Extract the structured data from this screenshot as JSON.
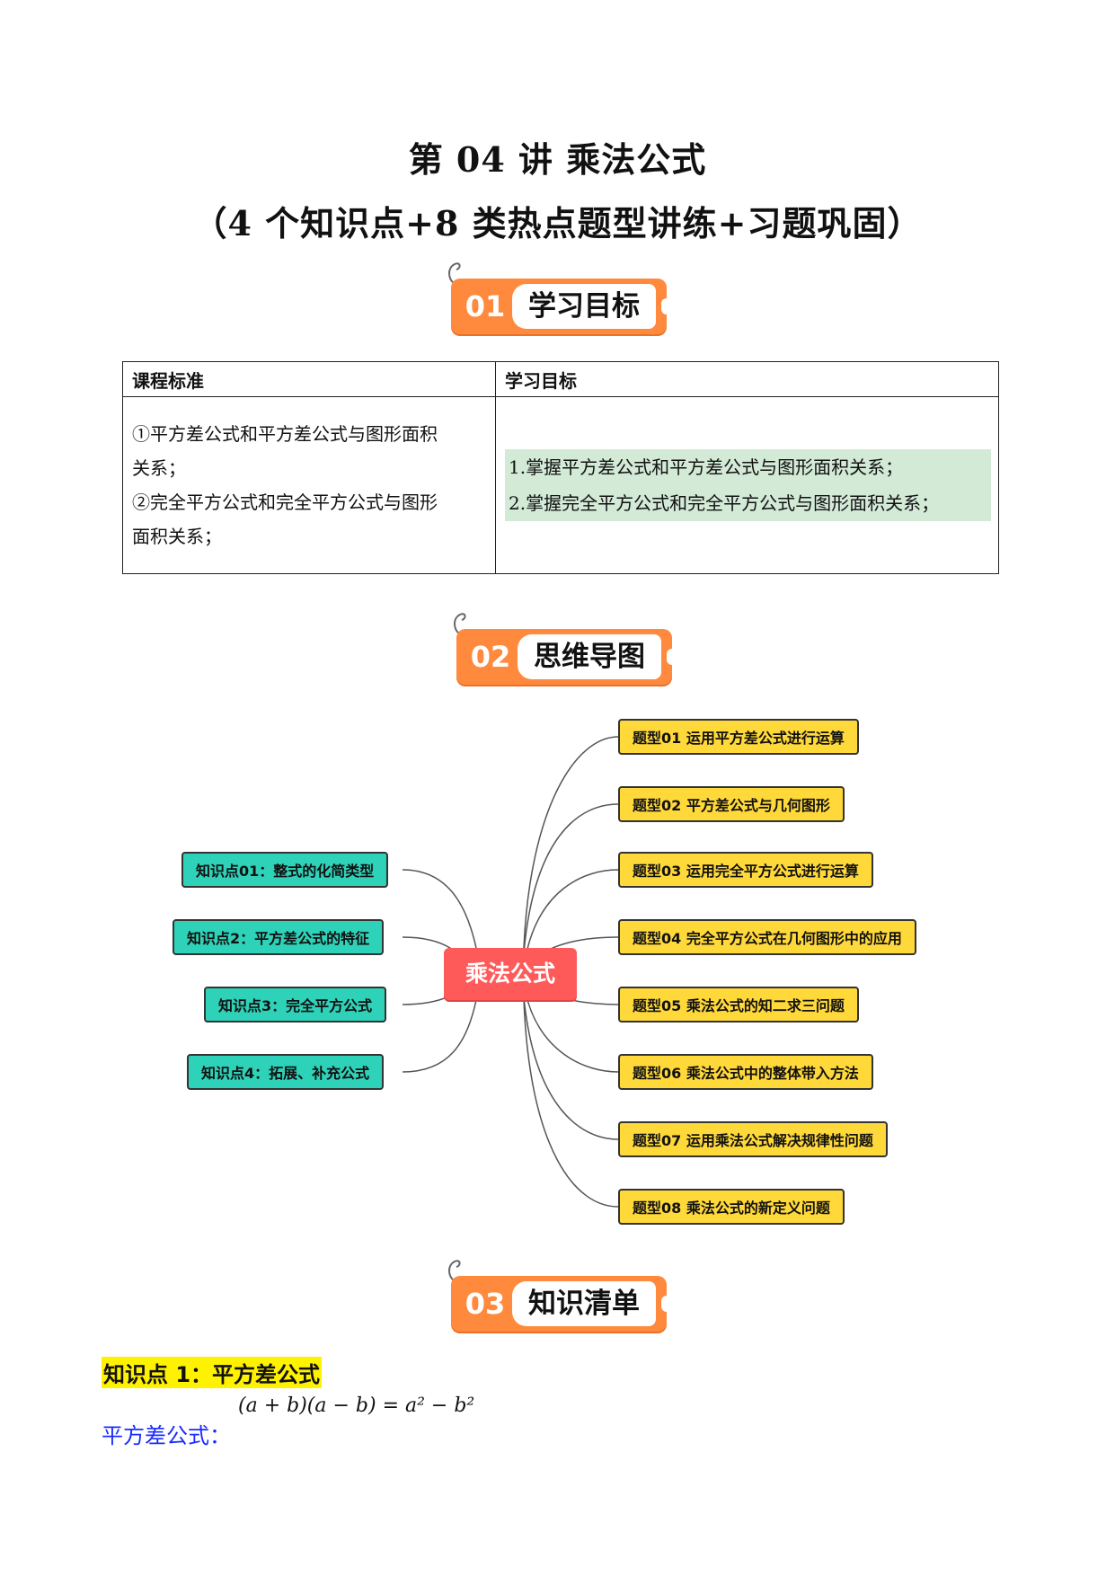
{
  "title": {
    "line1": "第 04 讲  乘法公式",
    "line2": "（4 个知识点+8 类热点题型讲练+习题巩固）"
  },
  "sections": [
    {
      "num": "01",
      "label": "学习目标"
    },
    {
      "num": "02",
      "label": "思维导图"
    },
    {
      "num": "03",
      "label": "知识清单"
    }
  ],
  "table": {
    "headers": [
      "课程标准",
      "学习目标"
    ],
    "standards": [
      "①平方差公式和平方差公式与图形面积",
      "关系；",
      "②完全平方公式和完全平方公式与图形",
      "面积关系；"
    ],
    "goals": [
      "1.掌握平方差公式和平方差公式与图形面积关系；",
      "2.掌握完全平方公式和完全平方公式与图形面积关系；"
    ]
  },
  "mindmap": {
    "center": "乘法公式",
    "left_nodes": [
      "知识点01：整式的化简类型",
      "知识点2：平方差公式的特征",
      "知识点3：完全平方公式",
      "知识点4：拓展、补充公式"
    ],
    "right_nodes": [
      "题型01  运用平方差公式进行运算",
      "题型02  平方差公式与几何图形",
      "题型03  运用完全平方公式进行运算",
      "题型04  完全平方公式在几何图形中的应用",
      "题型05  乘法公式的知二求三问题",
      "题型06  乘法公式中的整体带入方法",
      "题型07  运用乘法公式解决规律性问题",
      "题型08  乘法公式的新定义问题"
    ]
  },
  "knowledge": {
    "point1_title": "知识点 1：平方差公式",
    "formula_label": "平方差公式：",
    "formula": "(a + b)(a − b) = a² − b²"
  }
}
